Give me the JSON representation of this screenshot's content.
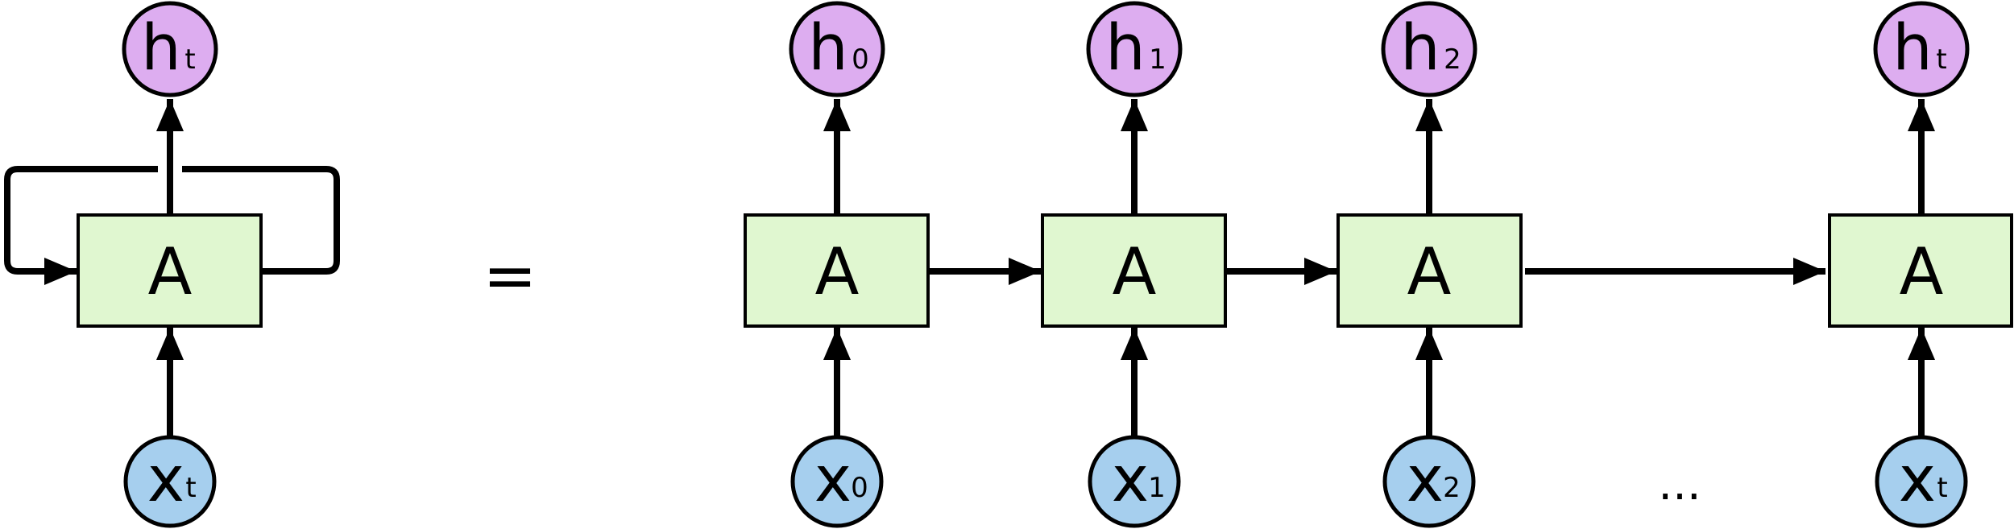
{
  "colors": {
    "block_fill": "#e0f7d0",
    "output_fill": "#ddadf0",
    "input_fill": "#a6cfee",
    "stroke": "#000000"
  },
  "folded": {
    "block_label": "A",
    "output": {
      "main": "h",
      "sub": "t"
    },
    "input": {
      "main": "x",
      "sub": "t"
    }
  },
  "equals_sign": "=",
  "unrolled": [
    {
      "block_label": "A",
      "output": {
        "main": "h",
        "sub": "0"
      },
      "input": {
        "main": "x",
        "sub": "0"
      }
    },
    {
      "block_label": "A",
      "output": {
        "main": "h",
        "sub": "1"
      },
      "input": {
        "main": "x",
        "sub": "1"
      }
    },
    {
      "block_label": "A",
      "output": {
        "main": "h",
        "sub": "2"
      },
      "input": {
        "main": "x",
        "sub": "2"
      }
    },
    {
      "block_label": "A",
      "output": {
        "main": "h",
        "sub": "t"
      },
      "input": {
        "main": "x",
        "sub": "t"
      }
    }
  ],
  "ellipsis": "..."
}
